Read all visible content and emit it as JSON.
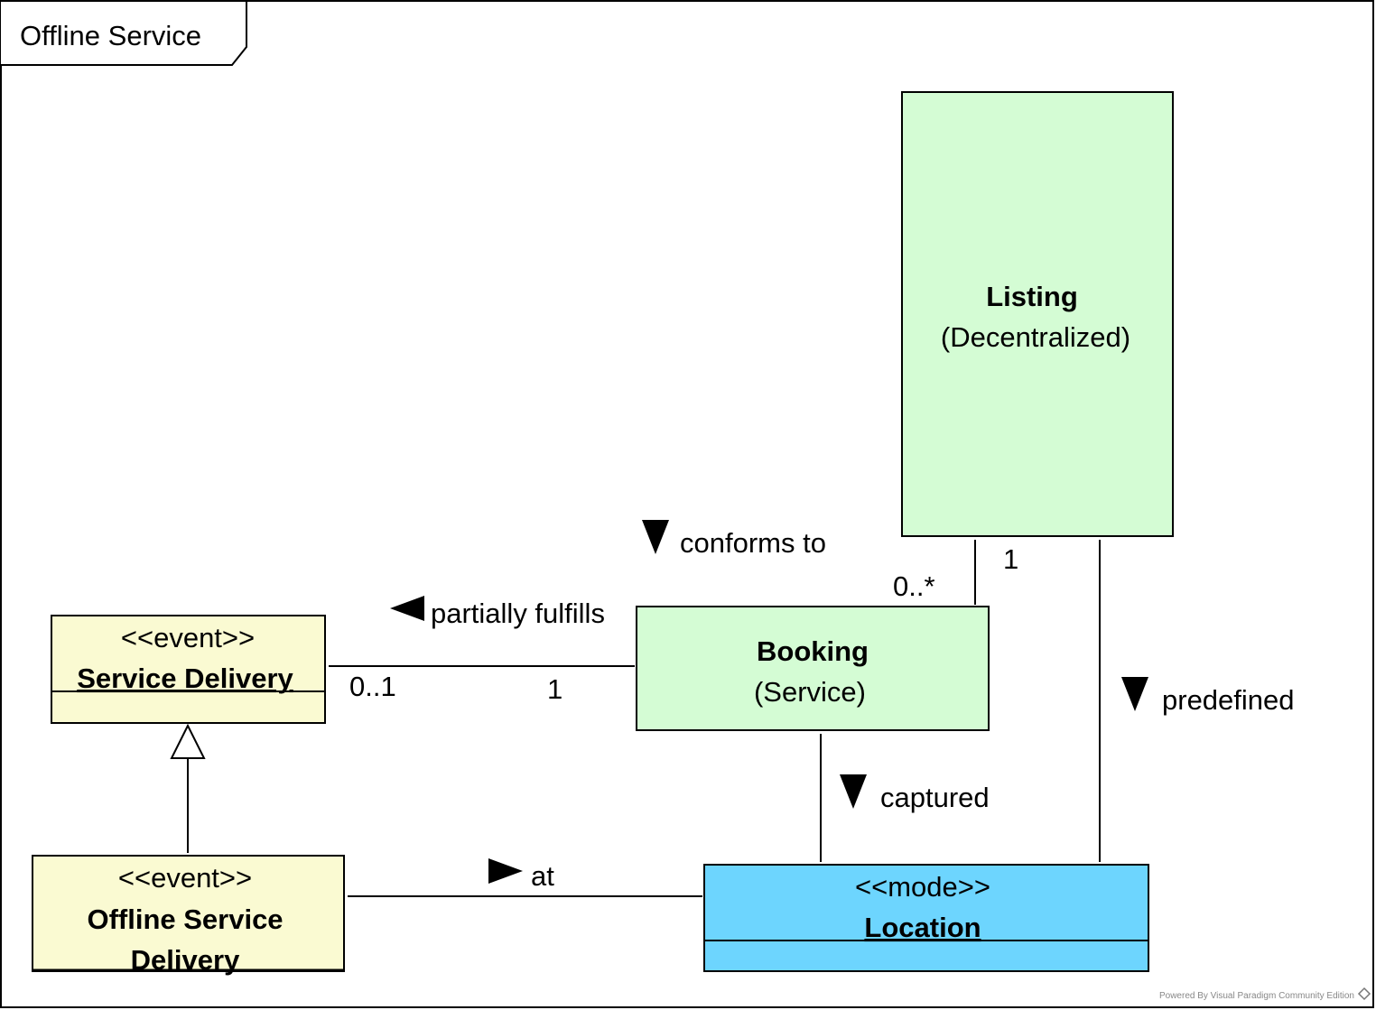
{
  "frame": {
    "title": "Offline Service"
  },
  "classes": {
    "listing": {
      "name": "Listing",
      "qualifier": "(Decentralized)",
      "fill": "#d4fcd4"
    },
    "booking": {
      "name": "Booking",
      "qualifier": "(Service)",
      "fill": "#d4fcd4"
    },
    "service_delivery": {
      "stereotype": "<<event>>",
      "name": "Service Delivery",
      "fill": "#fafad2"
    },
    "offline_service_delivery": {
      "stereotype": "<<event>>",
      "name_line1": "Offline Service",
      "name_line2": "Delivery",
      "fill": "#fafad2"
    },
    "location": {
      "stereotype": "<<mode>>",
      "name": "Location",
      "fill": "#6dd5fe"
    }
  },
  "associations": {
    "conforms_to": {
      "label": "conforms to",
      "mult_booking": "0..*",
      "mult_listing": "1"
    },
    "partially_fulfills": {
      "label": "partially fulfills",
      "mult_service_delivery": "0..1",
      "mult_booking": "1"
    },
    "predefined": {
      "label": "predefined"
    },
    "captured": {
      "label": "captured"
    },
    "at": {
      "label": "at"
    }
  },
  "footer": {
    "watermark": "Powered By Visual Paradigm Community Edition"
  }
}
